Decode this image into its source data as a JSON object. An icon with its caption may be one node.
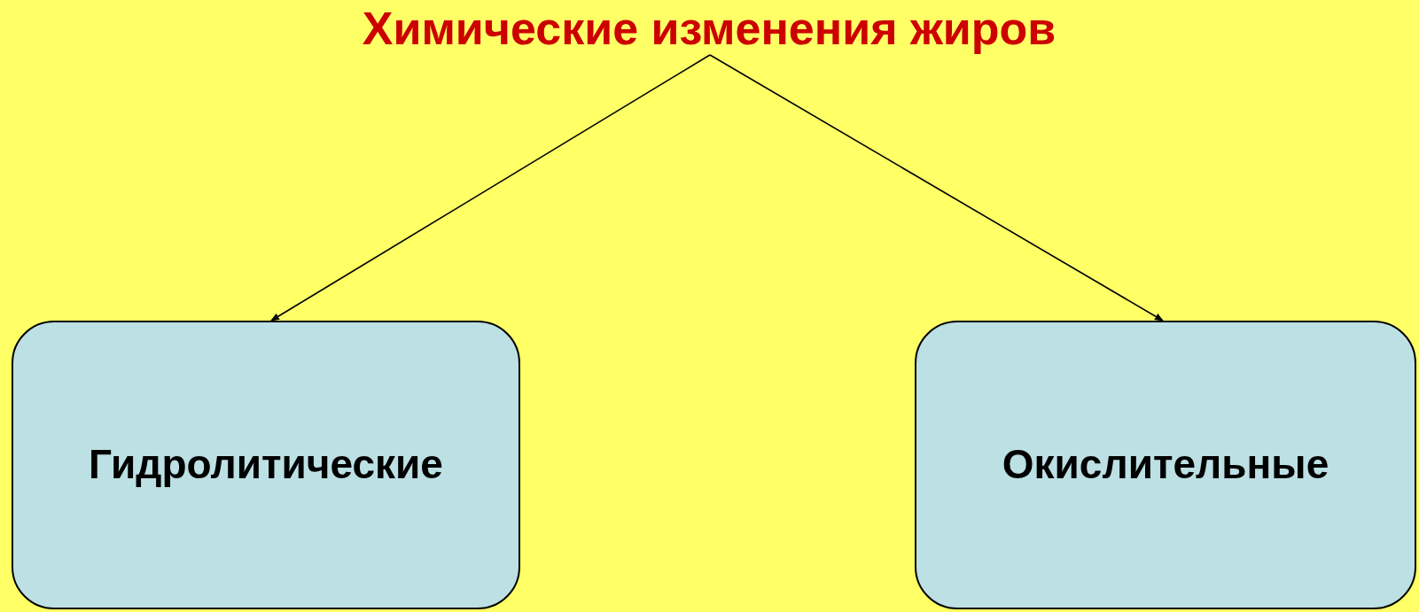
{
  "diagram": {
    "nodes": [
      {
        "text": [
          "Химические изменения жиров"
        ]
      },
      {
        "text": [
          "Гидролитические"
        ]
      },
      {
        "text": [
          "Окислительные"
        ]
      }
    ],
    "edges": [
      {
        "from": 0,
        "to": 1,
        "arrow": "to"
      },
      {
        "from": 0,
        "to": 2,
        "arrow": "to"
      }
    ]
  }
}
